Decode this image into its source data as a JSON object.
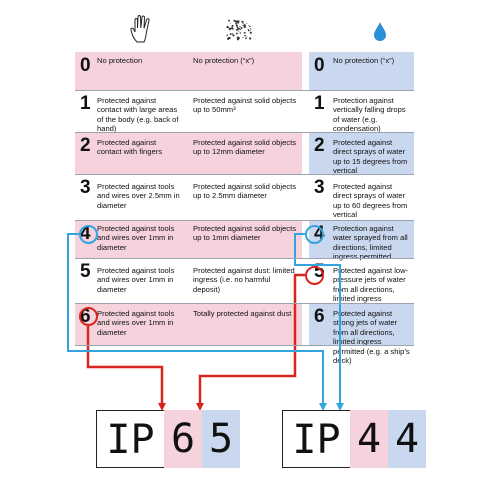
{
  "columns": {
    "solids_icon": "hand-icon",
    "dust_icon": "dust-icon",
    "water_icon": "water-drop-icon"
  },
  "rows": [
    {
      "solid_num": "0",
      "solid_text": "No protection",
      "dust_text": "No protection (“x”)",
      "water_num": "0",
      "water_text": "No protection (“x”)"
    },
    {
      "solid_num": "1",
      "solid_text": "Protected against contact with large areas of the body (e.g. back of hand)",
      "dust_text": "Protected against solid objects up to 50mm³",
      "water_num": "1",
      "water_text": "Protection against vertically falling drops of water (e.g. condensation)"
    },
    {
      "solid_num": "2",
      "solid_text": "Protected against contact with fingers",
      "dust_text": "Protected against solid objects up to 12mm diameter",
      "water_num": "2",
      "water_text": "Protected against direct sprays of water up to 15 degrees from vertical"
    },
    {
      "solid_num": "3",
      "solid_text": "Protected against tools and wires over 2.5mm in diameter",
      "dust_text": "Protected against solid objects up to 2.5mm diameter",
      "water_num": "3",
      "water_text": "Protected against direct sprays of water up to 60 degrees from vertical"
    },
    {
      "solid_num": "4",
      "solid_text": "Protected against tools and wires over 1mm in diameter",
      "dust_text": "Protected against solid objects up to 1mm diameter",
      "water_num": "4",
      "water_text": "Protection against water sprayed from all directions, limited ingress permitted"
    },
    {
      "solid_num": "5",
      "solid_text": "Protected against tools and wires over 1mm in diameter",
      "dust_text": "Protected against dust: limited ingress (i.e. no harmful deposit)",
      "water_num": "5",
      "water_text": "Protected against low-pressure jets of water from all directions, limited ingress permitted"
    },
    {
      "solid_num": "6",
      "solid_text": "Protected against tools and wires over 1mm in diameter",
      "dust_text": "Totally protected against dust",
      "water_num": "6",
      "water_text": "Protected against strong jets of water from all directions, limited ingress permitted (e.g. a ship’s deck)"
    }
  ],
  "codes": [
    {
      "prefix": "IP",
      "first_digit": "6",
      "second_digit": "5"
    },
    {
      "prefix": "IP",
      "first_digit": "4",
      "second_digit": "4"
    }
  ],
  "colors": {
    "solids_bg": "#f6d3dc",
    "water_bg": "#c9d8ef",
    "arrow_red": "#d7261e",
    "arrow_blue": "#33a4dd",
    "drop": "#2a8fd6"
  }
}
